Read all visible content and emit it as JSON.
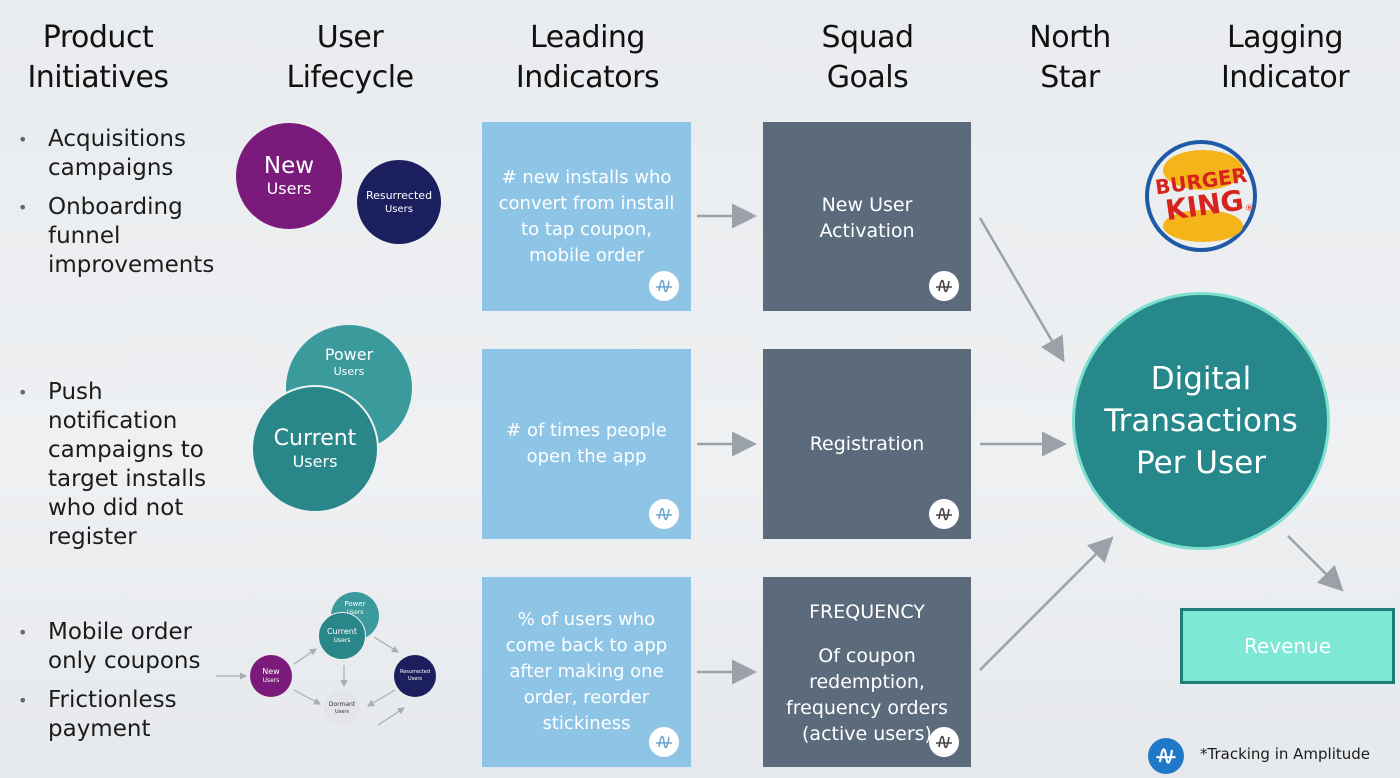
{
  "headers": [
    {
      "line1": "Product",
      "line2": "Initiatives"
    },
    {
      "line1": "User",
      "line2": "Lifecycle"
    },
    {
      "line1": "Leading",
      "line2": "Indicators"
    },
    {
      "line1": "Squad",
      "line2": "Goals"
    },
    {
      "line1": "North",
      "line2": "Star"
    },
    {
      "line1": "Lagging",
      "line2": "Indicator"
    }
  ],
  "initiatives": {
    "row1": [
      "Acquisitions campaigns",
      "Onboarding funnel improvements"
    ],
    "row2": [
      "Push notification campaigns to target installs who did not register"
    ],
    "row3": [
      "Mobile order only coupons",
      "Frictionless payment"
    ]
  },
  "lifecycle": {
    "row1": {
      "new_big": "New",
      "new_small": "Users",
      "resurrected_1": "Resurrected",
      "resurrected_2": "Users"
    },
    "row2": {
      "power_1": "Power",
      "power_2": "Users",
      "current_big": "Current",
      "current_small": "Users"
    },
    "row3": {
      "new_1": "New",
      "new_2": "Users",
      "power_1": "Power",
      "power_2": "Users",
      "current_1": "Current",
      "current_2": "Users",
      "resurrected_1": "Resurrected",
      "resurrected_2": "Users",
      "dormant_1": "Dormant",
      "dormant_2": "Users"
    }
  },
  "leading": [
    "# new installs who convert from install to tap coupon, mobile order",
    "# of times people open the app",
    "% of users who come back to app after making one order, reorder stickiness"
  ],
  "squad": [
    {
      "title": "",
      "text": "New User Activation"
    },
    {
      "title": "",
      "text": "Registration"
    },
    {
      "title": "FREQUENCY",
      "text": "Of coupon redemption, frequency orders (active users)"
    }
  ],
  "north_star": {
    "line1": "Digital",
    "line2": "Transactions",
    "line3": "Per User"
  },
  "logo": {
    "line1": "BURGER",
    "line2": "KING",
    "mark": "®"
  },
  "lagging": {
    "label": "Revenue"
  },
  "footer": {
    "note": "*Tracking in Amplitude",
    "icon": "amplitude-icon"
  },
  "colors": {
    "purple": "#7a1a7a",
    "navy": "#1b1f5e",
    "teal": "#2d8a8e",
    "lead_box": "#8ec5e6",
    "squad_box": "#5b6b7c",
    "north_star": "#27888c",
    "revenue": "#7ee8d6",
    "amplitude_blue": "#1f78c8"
  }
}
